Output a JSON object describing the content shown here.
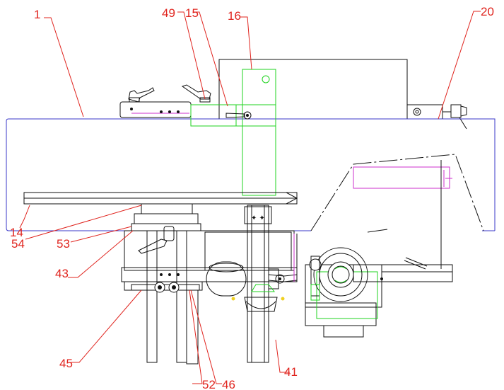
{
  "callouts": [
    {
      "id": "1",
      "text": "1"
    },
    {
      "id": "49",
      "text": "49"
    },
    {
      "id": "15",
      "text": "15"
    },
    {
      "id": "16",
      "text": "16"
    },
    {
      "id": "20",
      "text": "20"
    },
    {
      "id": "14",
      "text": "14"
    },
    {
      "id": "54",
      "text": "54"
    },
    {
      "id": "53",
      "text": "53"
    },
    {
      "id": "43",
      "text": "43"
    },
    {
      "id": "45",
      "text": "45"
    },
    {
      "id": "52",
      "text": "52"
    },
    {
      "id": "46",
      "text": "46"
    },
    {
      "id": "41",
      "text": "41"
    }
  ],
  "colors": {
    "callout": "#e0241e",
    "outline": "#111111",
    "table_edge": "#3a37c8",
    "fence_highlight": "#1fd31f",
    "guard_highlight": "#cc2fcc"
  }
}
